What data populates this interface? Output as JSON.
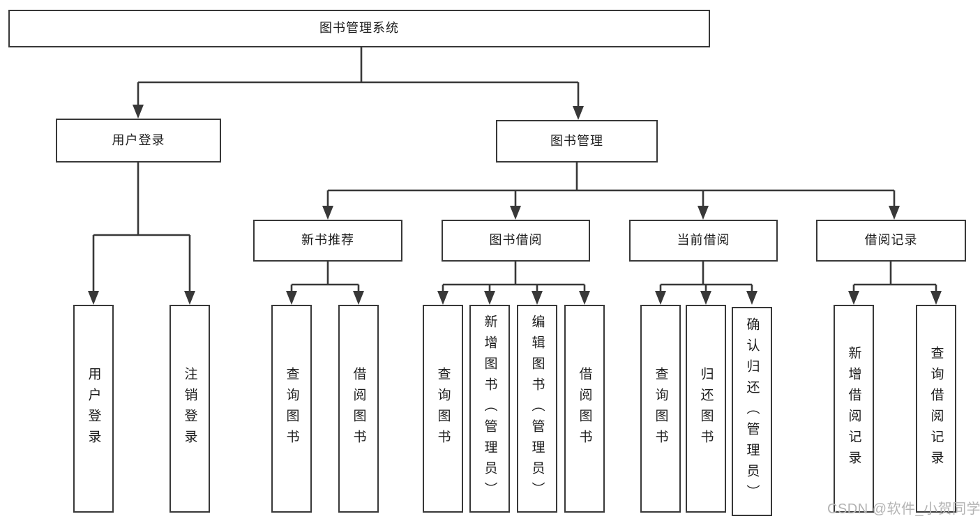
{
  "diagram": {
    "root": {
      "label": "图书管理系统"
    },
    "user_login": {
      "label": "用户登录",
      "children": [
        {
          "label": "用户登录"
        },
        {
          "label": "注销登录"
        }
      ]
    },
    "book_mgmt": {
      "label": "图书管理",
      "children": [
        {
          "label": "新书推荐",
          "children": [
            {
              "label": "查询图书"
            },
            {
              "label": "借阅图书"
            }
          ]
        },
        {
          "label": "图书借阅",
          "children": [
            {
              "label": "查询图书"
            },
            {
              "label": "新增图书（管理员）"
            },
            {
              "label": "编辑图书（管理员）"
            },
            {
              "label": "借阅图书"
            }
          ]
        },
        {
          "label": "当前借阅",
          "children": [
            {
              "label": "查询图书"
            },
            {
              "label": "归还图书"
            },
            {
              "label": "确认归还（管理员）"
            }
          ]
        },
        {
          "label": "借阅记录",
          "children": [
            {
              "label": "新增借阅记录"
            },
            {
              "label": "查询借阅记录"
            }
          ]
        }
      ]
    }
  },
  "watermark": {
    "text": "CSDN @软件_小贺同学"
  },
  "colors": {
    "line": "#383838",
    "border": "#383838",
    "fill": "#ffffff",
    "text": "#1c1c1c",
    "watermark": "#b3b3b3",
    "background": "#ffffff"
  }
}
